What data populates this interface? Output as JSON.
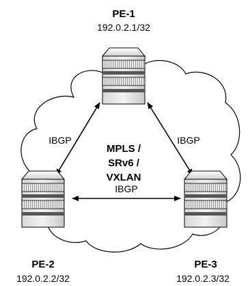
{
  "nodes": [
    {
      "id": "pe1",
      "name": "PE-1",
      "ip": "192.0.2.1/32"
    },
    {
      "id": "pe2",
      "name": "PE-2",
      "ip": "192.0.2.2/32"
    },
    {
      "id": "pe3",
      "name": "PE-3",
      "ip": "192.0.2.3/32"
    }
  ],
  "edges": [
    {
      "from": "PE-1",
      "to": "PE-2",
      "label": "IBGP"
    },
    {
      "from": "PE-1",
      "to": "PE-3",
      "label": "IBGP"
    },
    {
      "from": "PE-2",
      "to": "PE-3",
      "label": "IBGP"
    }
  ],
  "cloud": {
    "lines": [
      "MPLS /",
      "SRv6 /",
      "VXLAN"
    ]
  }
}
